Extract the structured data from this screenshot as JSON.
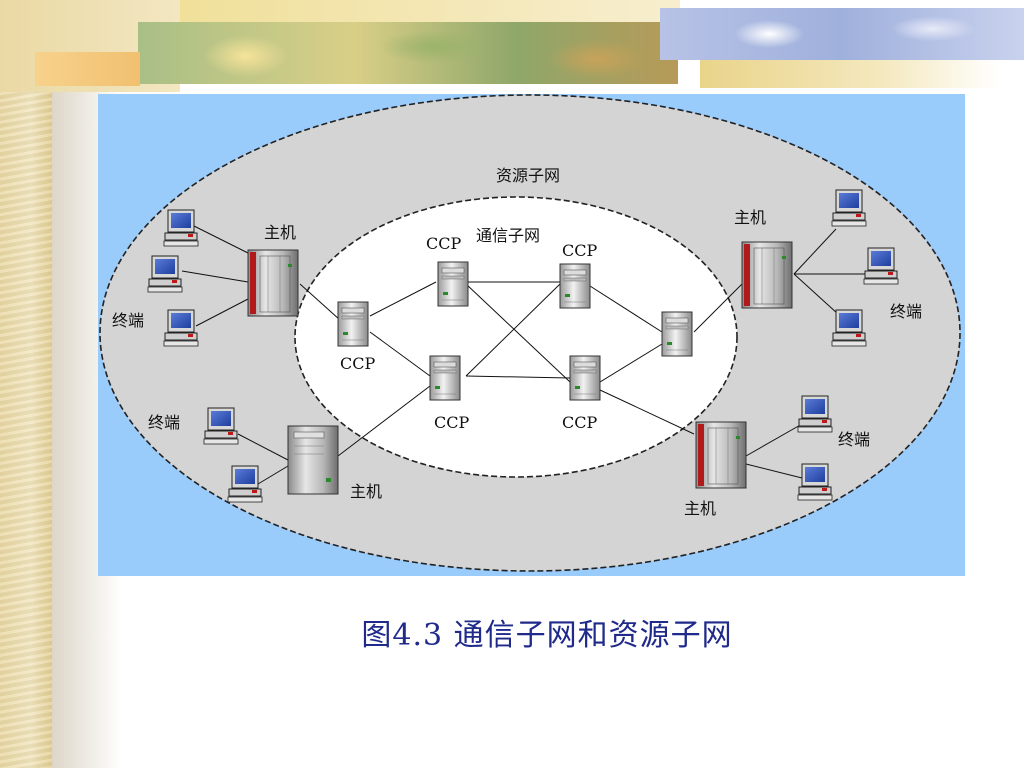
{
  "diagram": {
    "outer_label": "资源子网",
    "inner_label": "通信子网",
    "ccp_label": "CCP",
    "host_label": "主机",
    "terminal_label": "终端"
  },
  "caption": "图4.3  通信子网和资源子网",
  "colors": {
    "panel_background": "#99cbfb",
    "outer_ellipse": "#d4d4d4",
    "inner_ellipse": "#ffffff",
    "caption_text": "#1f2a8a"
  }
}
